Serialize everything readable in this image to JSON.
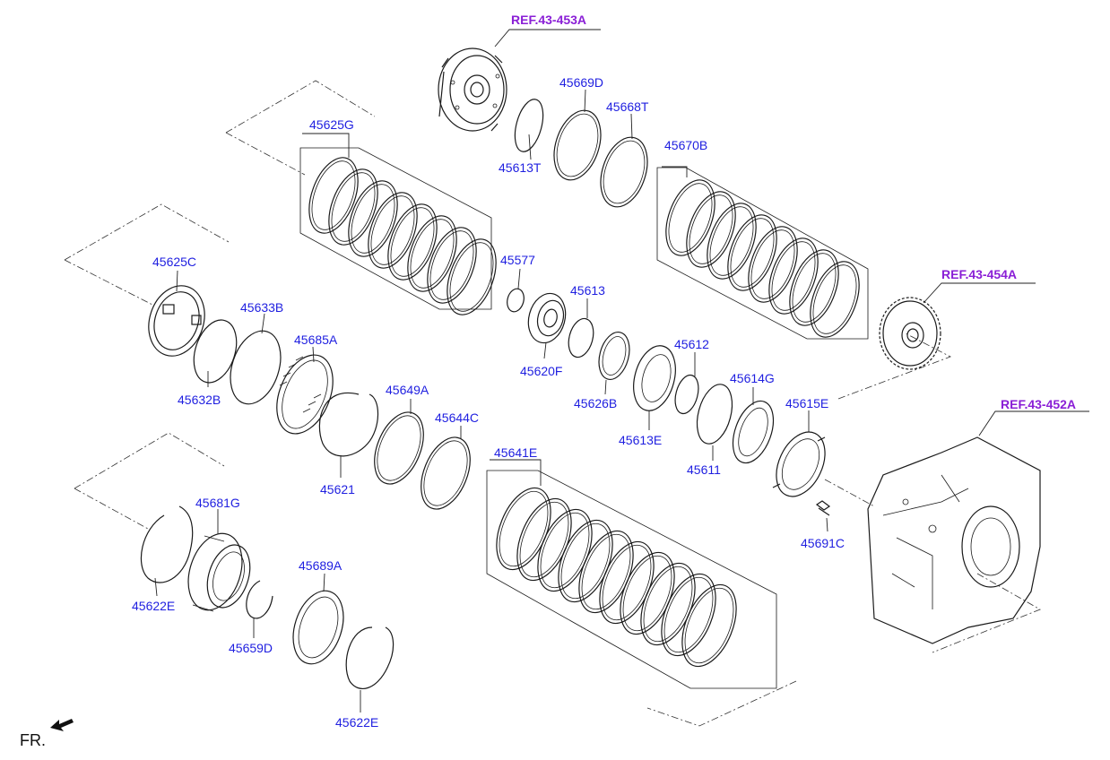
{
  "references": {
    "ref_453a": "REF.43-453A",
    "ref_454a": "REF.43-454A",
    "ref_452a": "REF.43-452A"
  },
  "parts": {
    "p45625G": "45625G",
    "p45669D": "45669D",
    "p45668T": "45668T",
    "p45613T": "45613T",
    "p45670B": "45670B",
    "p45625C": "45625C",
    "p45633B": "45633B",
    "p45632B": "45632B",
    "p45685A": "45685A",
    "p45577": "45577",
    "p45613": "45613",
    "p45620F": "45620F",
    "p45626B": "45626B",
    "p45612": "45612",
    "p45613E": "45613E",
    "p45614G": "45614G",
    "p45611": "45611",
    "p45615E": "45615E",
    "p45691C": "45691C",
    "p45649A": "45649A",
    "p45644C": "45644C",
    "p45621": "45621",
    "p45641E": "45641E",
    "p45681G": "45681G",
    "p45622E_a": "45622E",
    "p45689A": "45689A",
    "p45659D": "45659D",
    "p45622E_b": "45622E"
  },
  "direction": {
    "front_label": "FR."
  },
  "colors": {
    "label": "#1f1fe0",
    "reference": "#8a1fd6",
    "line": "#1a1a1a"
  }
}
